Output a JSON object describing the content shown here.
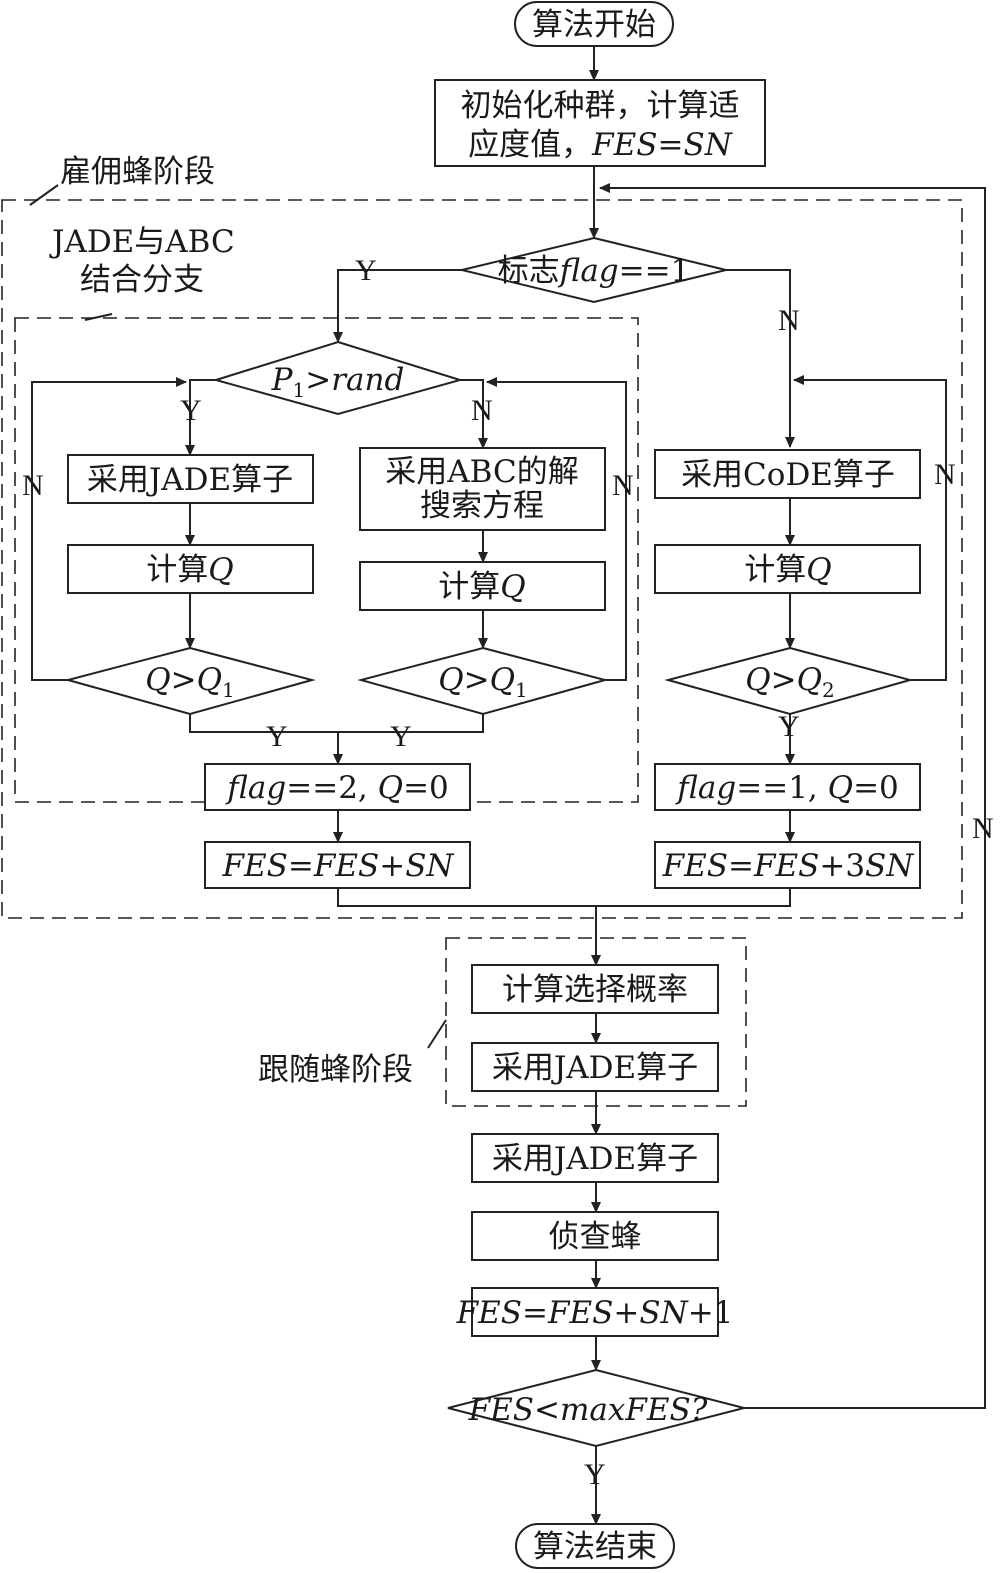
{
  "nodes": {
    "start": "算法开始",
    "init_1": "初始化种群，计算适",
    "init_2_pre": "应度值，",
    "init_2_fes": "FES",
    "init_2_eq": "=",
    "init_2_sn": "SN",
    "flag_pre": "标志",
    "flag_var": "flag",
    "flag_post": "==1",
    "p1_var": "P",
    "p1_sub": "1",
    "p1_op": ">",
    "p1_rand": "rand",
    "jade_left": "采用JADE算子",
    "abc_1": "采用ABC的解",
    "abc_2": "搜索方程",
    "calc_pre": "计算",
    "calc_q": "Q",
    "q_var": "Q",
    "q_op": ">",
    "q_var2": "Q",
    "q_sub1": "1",
    "q_sub2": "2",
    "code_op": "采用CoDE算子",
    "set_flag2_var": "flag",
    "set_flag2_mid": "==2, ",
    "set_flag2_q": "Q",
    "set_flag2_end": "=0",
    "set_flag1_var": "flag",
    "set_flag1_mid": "==1, ",
    "set_flag1_q": "Q",
    "set_flag1_end": "=0",
    "fes_a": "FES",
    "fes_eq": "=",
    "fes_b": "FES",
    "fes_plus": "+",
    "fes_sn": "SN",
    "fes_3": "3",
    "fes_plus1": "+1",
    "select_prob": "计算选择概率",
    "jade_onlooker": "采用JADE算子",
    "jade_after": "采用JADE算子",
    "scout": "侦查蜂",
    "check_fes": "FES",
    "check_lt": "<",
    "check_max": "maxFES",
    "check_q": "?",
    "end": "算法结束"
  },
  "labels": {
    "employed_phase": "雇佣蜂阶段",
    "branch_1": "JADE与ABC",
    "branch_2": "结合分支",
    "onlooker_phase": "跟随蜂阶段",
    "yes": "Y",
    "no": "N"
  }
}
